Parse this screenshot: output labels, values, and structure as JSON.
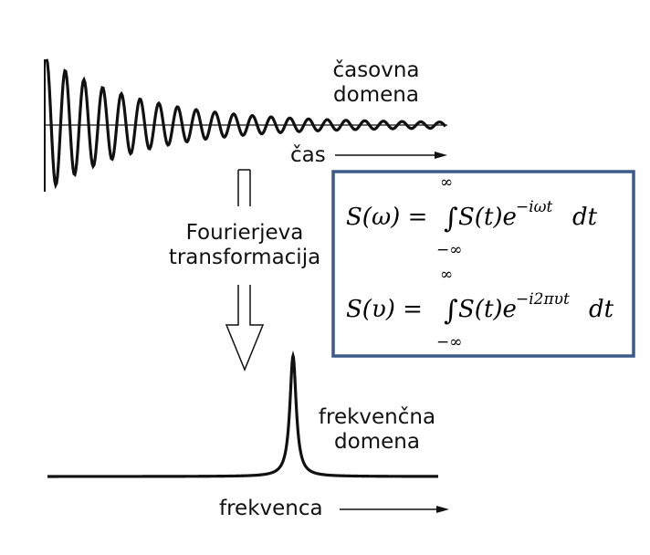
{
  "time_domain": {
    "line1": "časovna",
    "line2": "domena",
    "axis_label": "čas"
  },
  "transform": {
    "line1": "Fourierjeva",
    "line2": "transformacija"
  },
  "frequency_domain": {
    "line1": "frekvenčna",
    "line2": "domena",
    "axis_label": "frekvenca"
  },
  "formulas": {
    "omega": {
      "lhs": "S(ω) =",
      "upper": "∞",
      "lower": "−∞",
      "integral": "∫",
      "integrand": "S(t)e",
      "exponent": "−iωt",
      "differential": "dt"
    },
    "nu": {
      "lhs": "S(υ) =",
      "upper": "∞",
      "lower": "−∞",
      "integral": "∫",
      "integrand": "S(t)e",
      "exponent": "−i2πυt",
      "differential": "dt"
    }
  },
  "colors": {
    "box_border": "#3b5a8a",
    "ink": "#111111"
  }
}
